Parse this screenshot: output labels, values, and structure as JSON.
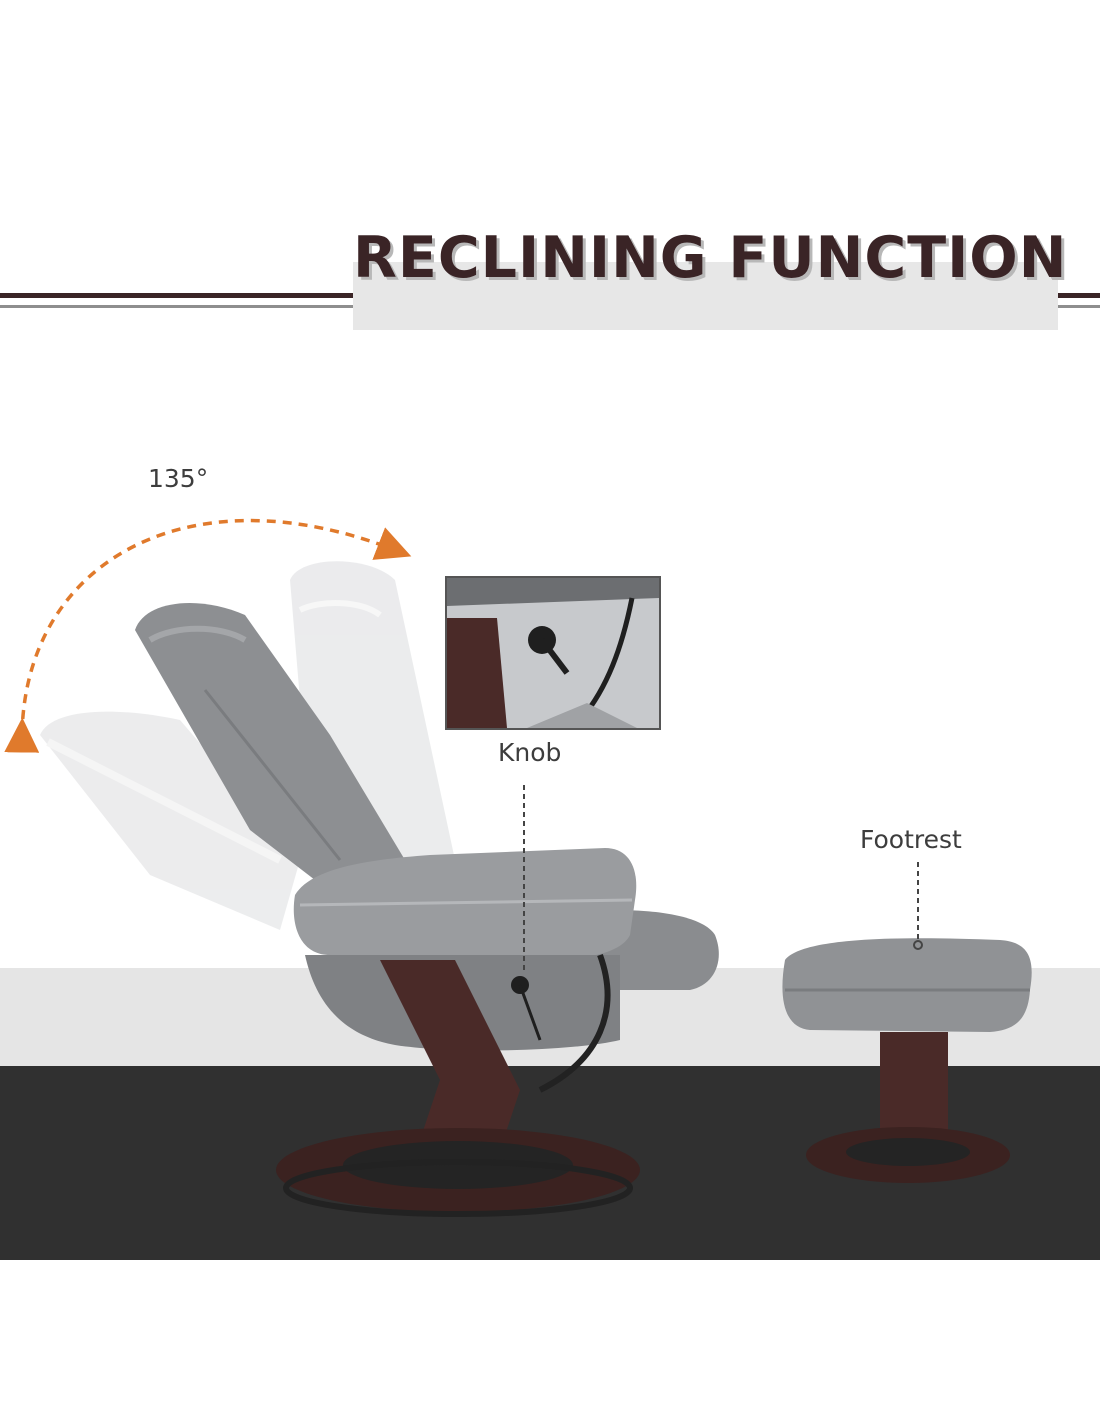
{
  "title": "RECLINING FUNCTION",
  "angle_label": "135°",
  "knob_label": "Knob",
  "footrest_label": "Footrest",
  "colors": {
    "title_text": "#3a2426",
    "arrow": "#e07a2c",
    "floor": "#303030",
    "upholstery": "#8d8f92",
    "wood": "#4a2a28"
  },
  "icons": [
    "curved-arrow-icon",
    "knob-pointer-icon",
    "footrest-pointer-icon"
  ]
}
